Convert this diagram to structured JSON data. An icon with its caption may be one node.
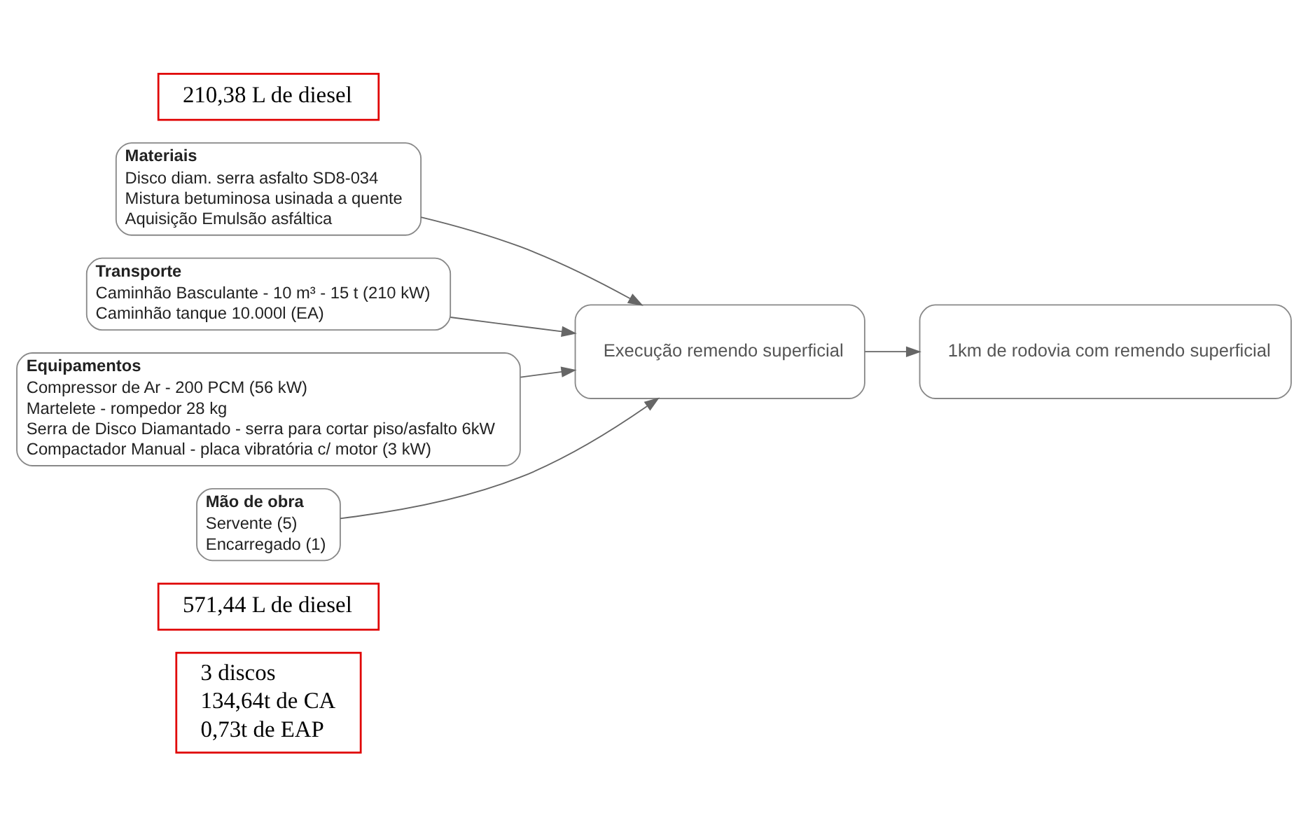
{
  "diagram": {
    "nodes": [
      {
        "text": [
          "3 discos",
          "134,64t de CA",
          "0,73t de EAP"
        ]
      },
      {
        "text": [
          "571,44 L de diesel"
        ]
      },
      {
        "text": [
          "Materiais",
          "Disco diam. serra asfalto SD8-034",
          "Mistura betuminosa usinada a quente",
          "Aquisição Emulsão asfáltica"
        ]
      },
      {
        "text": [
          "Transporte",
          "Caminhão Basculante - 10 m³ - 15 t (210 kW)",
          "Caminhão tanque 10.000l (EA)"
        ]
      },
      {
        "text": [
          "Equipamentos",
          "Compressor de Ar - 200 PCM (56 kW)",
          "Martelete - rompedor 28 kg",
          "Serra de Disco Diamantado - serra para cortar piso/asfalto 6kW",
          "Compactador Manual - placa vibratória c/ motor (3 kW)"
        ]
      },
      {
        "text": [
          "Execução remendo superficial"
        ]
      },
      {
        "text": [
          "1km de rodovia com remendo superficial"
        ]
      },
      {
        "text": [
          "210,38 L de diesel"
        ]
      },
      {
        "text": [
          "Mão de obra",
          "Servente (5)",
          "Encarregado (1)"
        ]
      }
    ],
    "edges": [
      {
        "from": 2,
        "to": 5,
        "arrow": "to"
      },
      {
        "from": 3,
        "to": 5,
        "arrow": "to"
      },
      {
        "from": 4,
        "to": 5,
        "arrow": "to"
      },
      {
        "from": 8,
        "to": 5,
        "arrow": "to"
      },
      {
        "from": 5,
        "to": 6,
        "arrow": "to"
      }
    ]
  }
}
